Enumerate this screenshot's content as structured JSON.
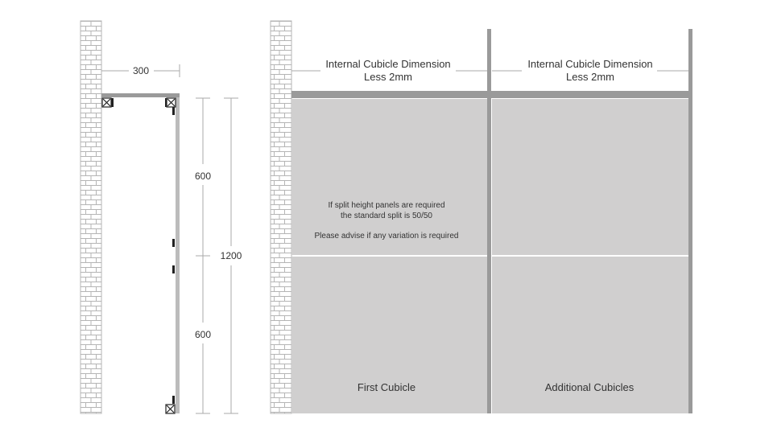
{
  "side_view": {
    "width_dim": "300",
    "upper_dim": "600",
    "lower_dim": "600",
    "total_dim": "1200"
  },
  "front_view": {
    "headers": [
      {
        "line1": "Internal Cubicle Dimension",
        "line2": "Less 2mm"
      },
      {
        "line1": "Internal Cubicle Dimension",
        "line2": "Less 2mm"
      }
    ],
    "note": {
      "line1": "If split height panels are required",
      "line2": "the standard split is 50/50",
      "line3": "Please advise if any variation is required"
    },
    "cubicle_labels": [
      "First Cubicle",
      "Additional Cubicles"
    ]
  },
  "colors": {
    "panel_fill": "#d0cfcf",
    "frame_grey": "#9a9a9a",
    "wall_grey": "#b5b5b5",
    "dim_line": "#aaaaaa",
    "text": "#333333"
  }
}
